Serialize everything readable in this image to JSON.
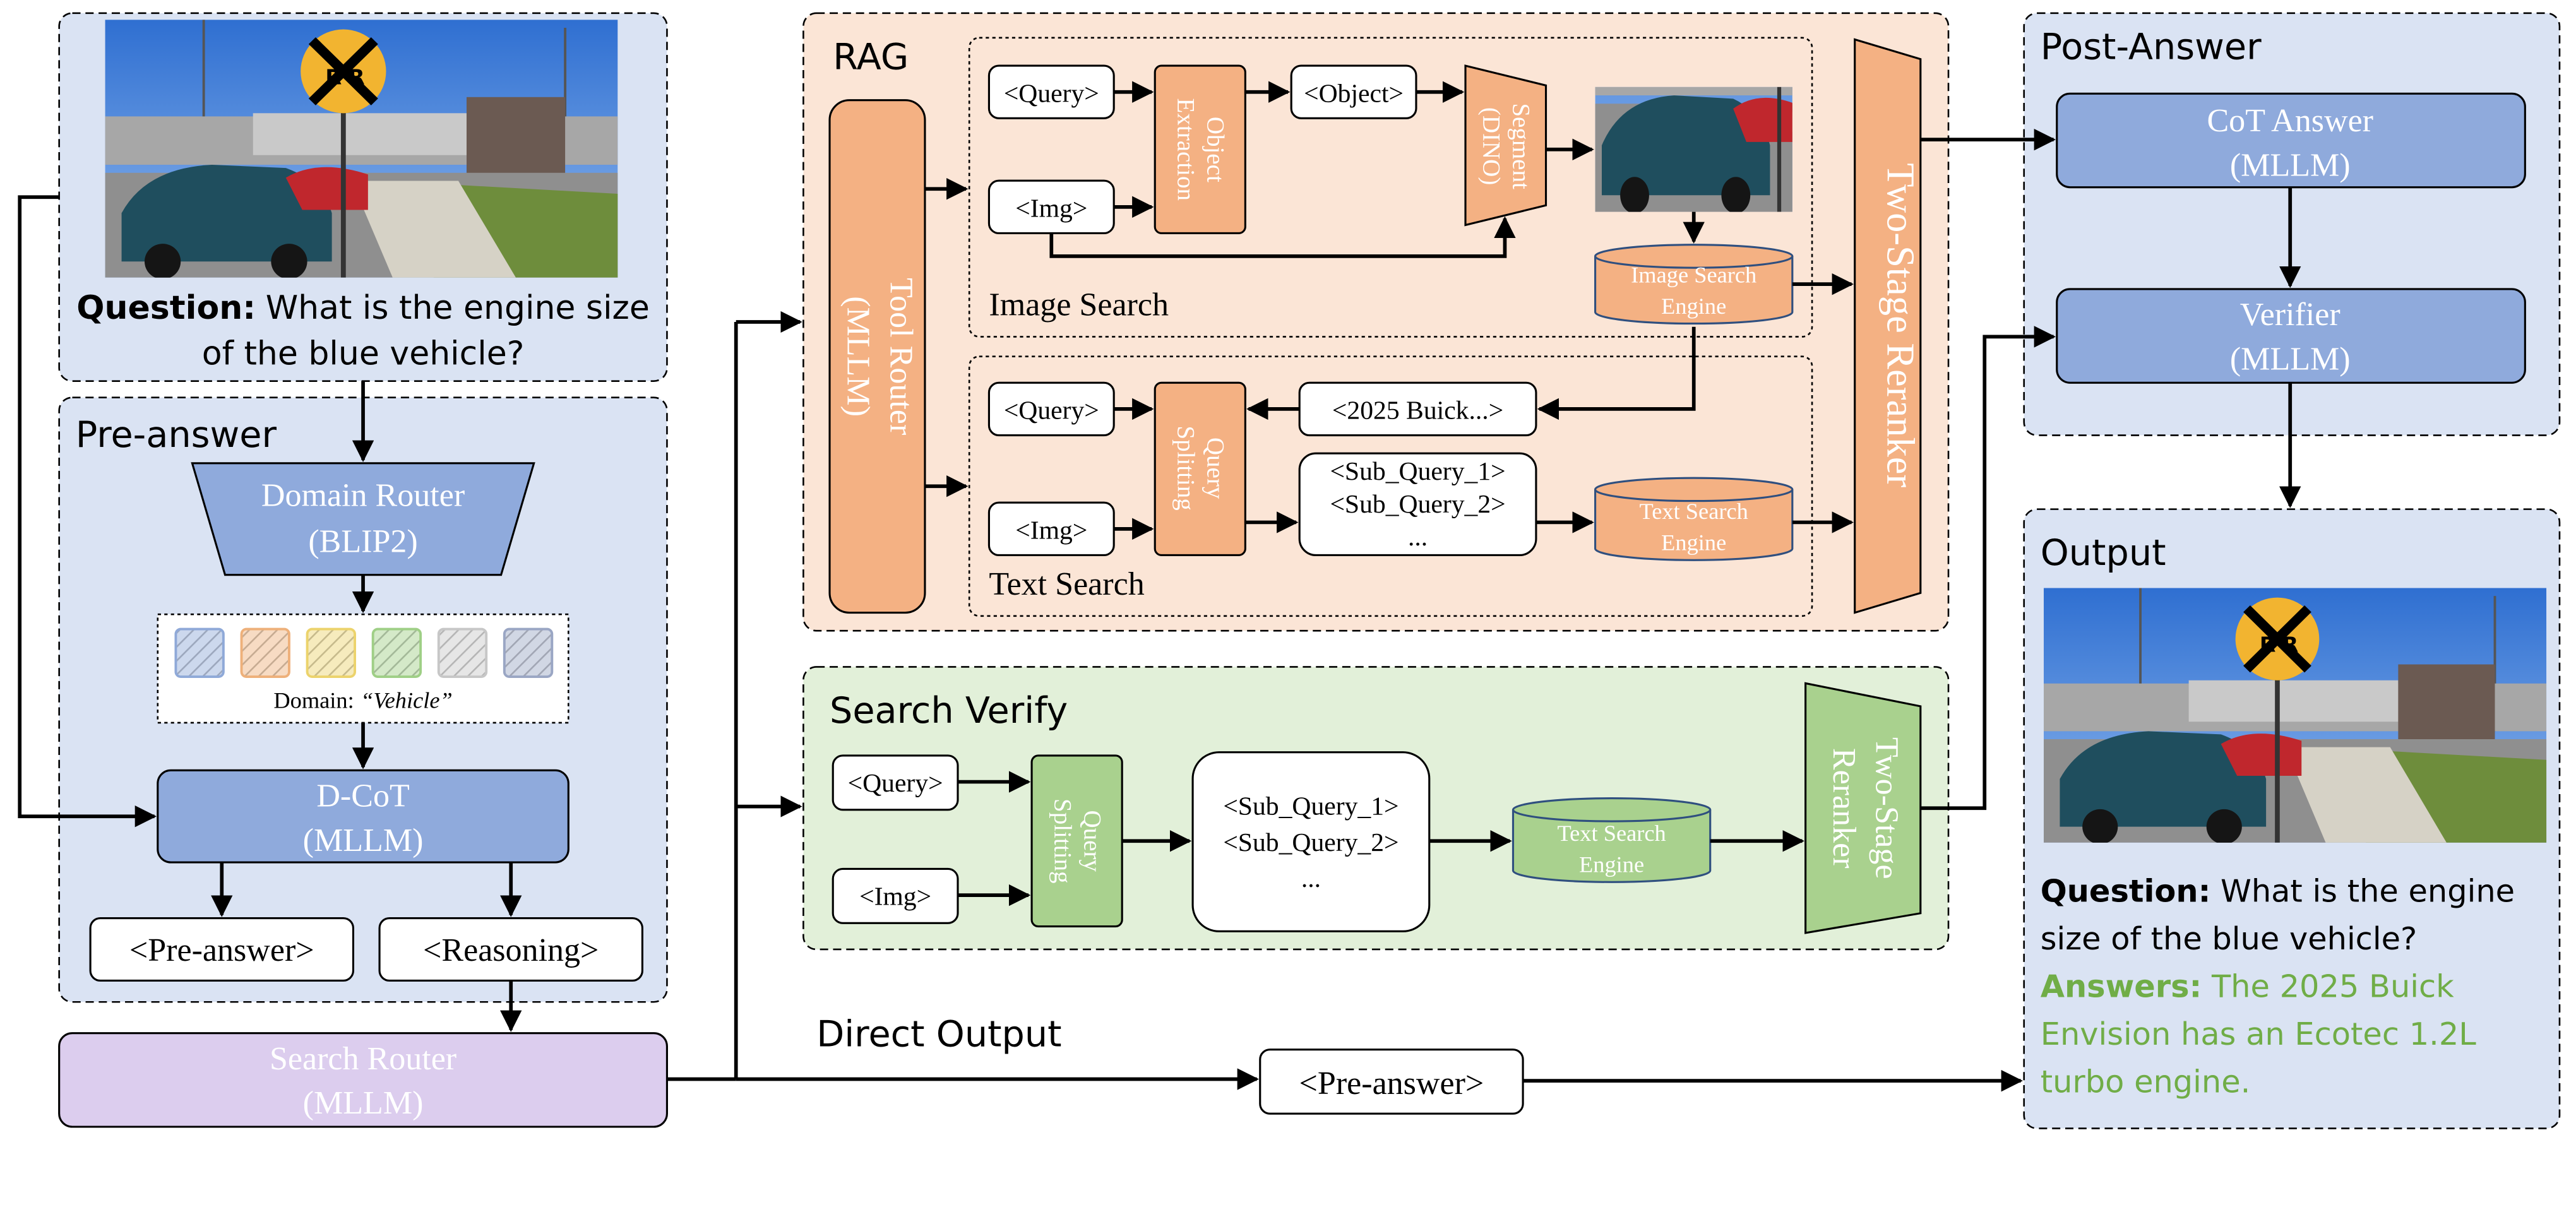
{
  "input": {
    "question_label": "Question:",
    "question_line1": "What is the engine size",
    "question_line2": "of the blue vehicle?"
  },
  "pre_answer": {
    "section_title": "Pre-answer",
    "domain_router": {
      "line1": "Domain Router",
      "line2": "(BLIP2)"
    },
    "domain_label": "Domain:",
    "domain_value": "“Vehicle”",
    "dcot": {
      "line1": "D-CoT",
      "line2": "(MLLM)"
    },
    "pre_answer_tag": "<Pre-answer>",
    "reasoning_tag": "<Reasoning>",
    "swatch_colors": [
      "#8fa9d8",
      "#eeb07a",
      "#ecd36c",
      "#9fcf86",
      "#c7c7c7",
      "#9aa6c4"
    ]
  },
  "search_router": {
    "line1": "Search Router",
    "line2": "(MLLM)"
  },
  "rag": {
    "section_title": "RAG",
    "tool_router": {
      "line1": "Tool Router",
      "line2": "(MLLM)"
    },
    "image_search": {
      "label": "Image Search",
      "query": "<Query>",
      "img": "<Img>",
      "object_extraction": {
        "line1": "Object",
        "line2": "Extraction"
      },
      "object": "<Object>",
      "segment": {
        "line1": "Segment",
        "line2": "(DINO)"
      },
      "engine": {
        "line1": "Image Search",
        "line2": "Engine"
      }
    },
    "text_search": {
      "label": "Text Search",
      "query": "<Query>",
      "img": "<Img>",
      "query_splitting": {
        "line1": "Query",
        "line2": "Splitting"
      },
      "retrieved": "<2025 Buick...>",
      "subqueries": [
        "<Sub_Query_1>",
        "<Sub_Query_2>",
        "..."
      ],
      "engine": {
        "line1": "Text Search",
        "line2": "Engine"
      }
    },
    "reranker": "Two-Stage Reranker"
  },
  "search_verify": {
    "section_title": "Search Verify",
    "query": "<Query>",
    "img": "<Img>",
    "query_splitting": {
      "line1": "Query",
      "line2": "Splitting"
    },
    "subqueries": [
      "<Sub_Query_1>",
      "<Sub_Query_2>",
      "..."
    ],
    "engine": {
      "line1": "Text Search",
      "line2": "Engine"
    },
    "reranker": {
      "line1": "Two-Stage",
      "line2": "Reranker"
    }
  },
  "direct": {
    "label": "Direct Output",
    "pre_answer_tag": "<Pre-answer>"
  },
  "post_answer": {
    "section_title": "Post-Answer",
    "cot": {
      "line1": "CoT Answer",
      "line2": "(MLLM)"
    },
    "verifier": {
      "line1": "Verifier",
      "line2": "(MLLM)"
    }
  },
  "output": {
    "section_title": "Output",
    "question_label": "Question:",
    "question_line1": "What is the engine",
    "question_line2": "size of the blue vehicle?",
    "answer_label": "Answers:",
    "answer_line1": "The 2025 Buick",
    "answer_line2": "Envision has an Ecotec 1.2L",
    "answer_line3": "turbo engine."
  },
  "sign": {
    "letter_left": "R",
    "letter_right": "R"
  },
  "colors": {
    "blue_panel": "#dae3f3",
    "blue_box": "#8faadc",
    "orange_panel": "#fbe5d6",
    "orange_box": "#f4b183",
    "green_panel": "#e2f0d9",
    "green_box": "#a9d18e",
    "purple_box": "#dccdee",
    "answer_green": "#70ad47"
  }
}
